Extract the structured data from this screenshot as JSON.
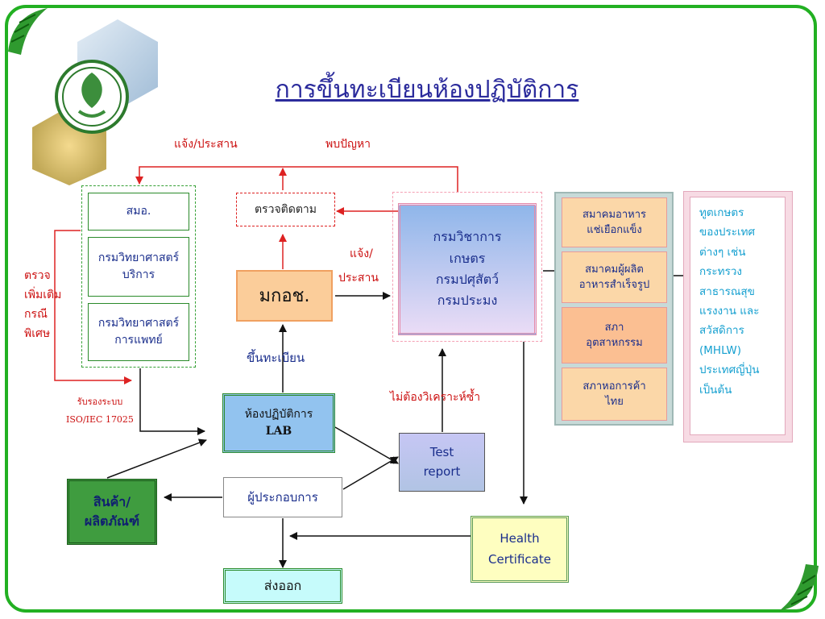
{
  "title": "การขึ้นทะเบียนห้องปฏิบัติการ",
  "labels": {
    "inform_coordinate_top": "แจ้ง/ประสาน",
    "found_problem": "พบปัญหา",
    "inform_coordinate_mid_1": "แจ้ง/",
    "inform_coordinate_mid_2": "ประสาน",
    "register": "ขึ้นทะเบียน",
    "no_reanalysis": "ไม่ต้องวิเคราะห์ซ้ำ",
    "extra_check_1": "ตรวจ",
    "extra_check_2": "เพิ่มเติม",
    "extra_check_3": "กรณี",
    "extra_check_4": "พิเศษ",
    "accredit_1": "รับรองระบบ",
    "accredit_2": "ISO/IEC 17025"
  },
  "left_group": {
    "tisi": "สมอ.",
    "dss_1": "กรมวิทยาศาสตร์",
    "dss_2": "บริการ",
    "dmsc_1": "กรมวิทยาศาสตร์",
    "dmsc_2": "การแพทย์"
  },
  "monitor": "ตรวจติดตาม",
  "acfs": "มกอช.",
  "departments": [
    "กรมวิชาการ",
    "เกษตร",
    "กรมปศุสัตว์",
    "กรมประมง"
  ],
  "associations": [
    {
      "line1": "สมาคมอาหาร",
      "line2": "แช่เยือกแข็ง"
    },
    {
      "line1": "สมาคมผู้ผลิต",
      "line2": "อาหารสำเร็จรูป"
    },
    {
      "line1": "สภา",
      "line2": "อุตสาหกรรม"
    },
    {
      "line1": "สภาหอการค้า",
      "line2": "ไทย"
    }
  ],
  "attache": [
    "ทูตเกษตร",
    "ของประเทศ",
    "ต่างๆ เช่น",
    "กระทรวง",
    "สาธารณสุข",
    "แรงงาน และ",
    "สวัสดิการ",
    "(MHLW)",
    "ประเทศญี่ปุ่น",
    "เป็นต้น"
  ],
  "lab": {
    "line1": "ห้องปฏิบัติการ",
    "line2": "LAB"
  },
  "test_report": {
    "line1": "Test",
    "line2": "report"
  },
  "product": {
    "line1": "สินค้า/",
    "line2": "ผลิตภัณฑ์"
  },
  "operator": "ผู้ประกอบการ",
  "health_cert": {
    "line1": "Health",
    "line2": "Certificate"
  },
  "export": "ส่งออก",
  "colors": {
    "frame": "#22b022",
    "red_arrow": "#dd2222",
    "title": "#2b2b9c",
    "green_box": "#2a8a2a"
  }
}
